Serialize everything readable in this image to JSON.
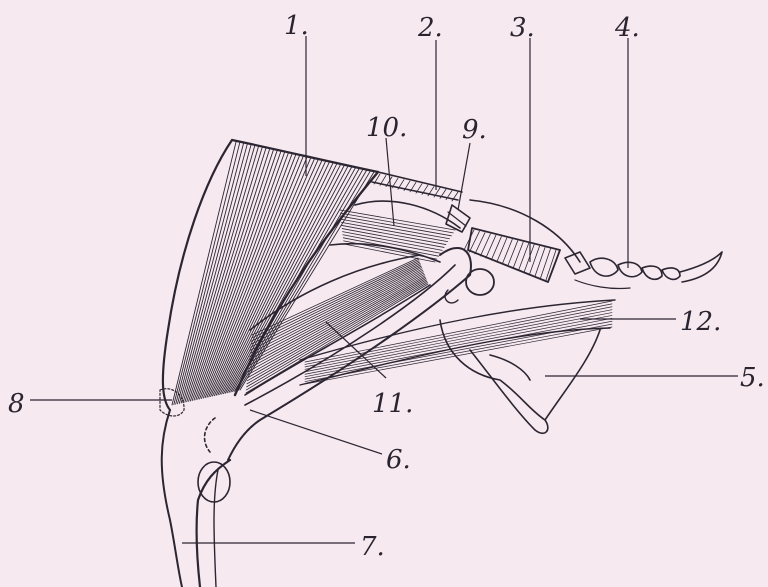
{
  "labels": {
    "l1": "1.",
    "l2": "2.",
    "l3": "3.",
    "l4": "4.",
    "l5": "5.",
    "l6": "6.",
    "l7": "7.",
    "l8": "8",
    "l9": "9.",
    "l10": "10.",
    "l11": "11.",
    "l12": "12."
  },
  "colors": {
    "paper": "#f6e9f0",
    "ink": "#2c2632"
  }
}
